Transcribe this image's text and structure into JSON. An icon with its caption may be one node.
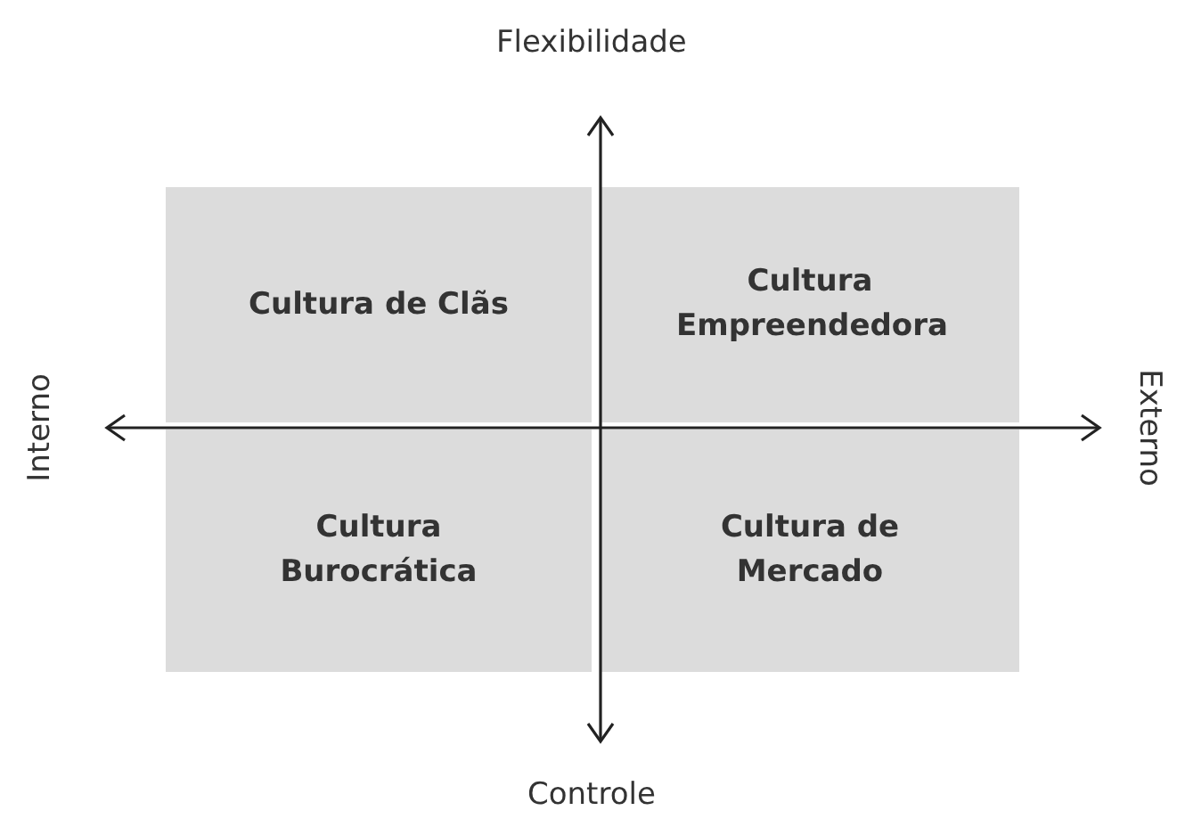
{
  "diagram": {
    "nodes": [
      {
        "text": [
          "Cultura de Clãs"
        ]
      },
      {
        "text": [
          "Cultura Empreendedora"
        ]
      },
      {
        "text": [
          "Cultura Burocrática"
        ]
      },
      {
        "text": [
          "Cultura de Mercado"
        ]
      }
    ],
    "labels": [
      "Flexibilidade",
      "Interno",
      "Externo",
      "Controle"
    ]
  }
}
